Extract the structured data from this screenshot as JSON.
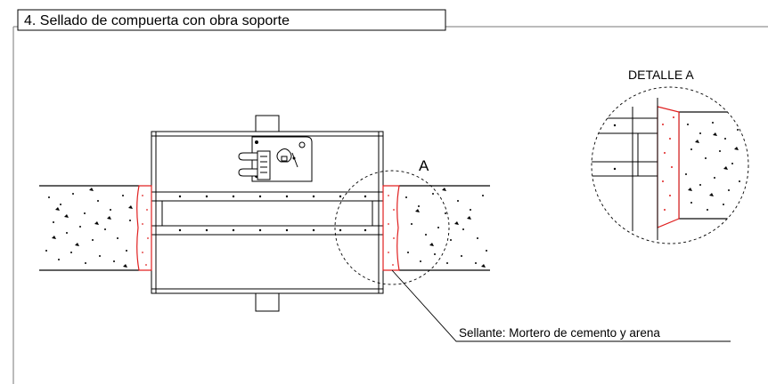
{
  "title": "4. Sellado de compuerta con obra soporte",
  "callout_label": "A",
  "detail_title": "DETALLE A",
  "sealant_note": "Sellante: Mortero de cemento y arena",
  "colors": {
    "line": "#000000",
    "sealant": "#e02020",
    "frame": "#555555"
  }
}
